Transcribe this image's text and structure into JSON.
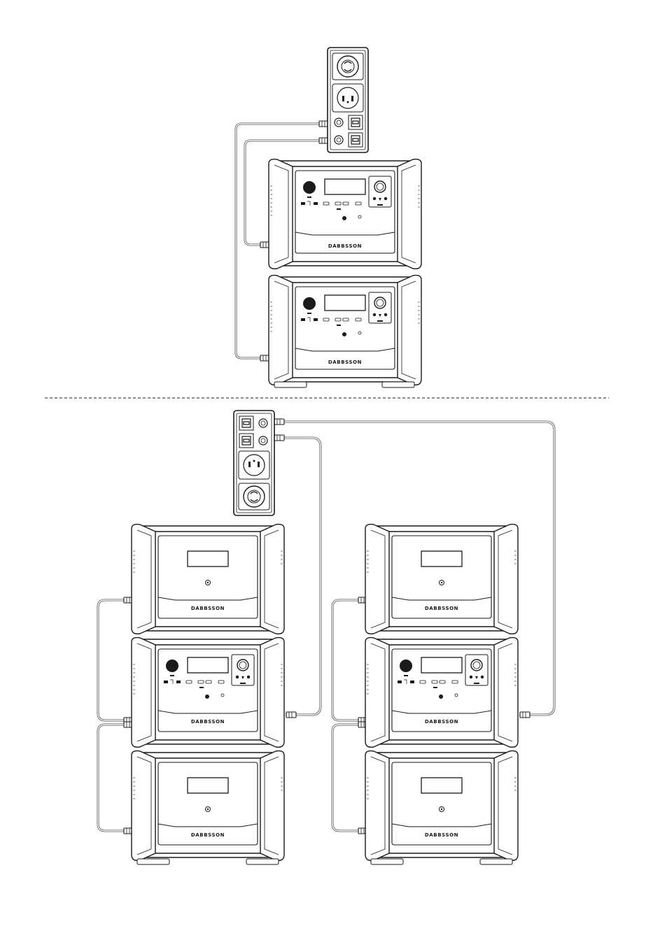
{
  "diagram": {
    "brand_name": "DABBSSON",
    "line_color": "#1a1a1a",
    "cable_color": "#555555",
    "sections": [
      {
        "id": "top",
        "panel": "transfer-panel",
        "units": [
          "power-station",
          "power-station"
        ]
      },
      {
        "id": "bottom",
        "panel": "transfer-panel",
        "stacks": [
          [
            "expansion-battery",
            "power-station",
            "expansion-battery"
          ],
          [
            "expansion-battery",
            "power-station",
            "expansion-battery"
          ]
        ]
      }
    ],
    "icons": [
      "dial-knob-icon",
      "display-screen-icon",
      "ac-outlet-icon",
      "power-button-icon",
      "cable-connector-icon",
      "twist-lock-outlet-icon",
      "gfci-outlet-icon"
    ]
  }
}
